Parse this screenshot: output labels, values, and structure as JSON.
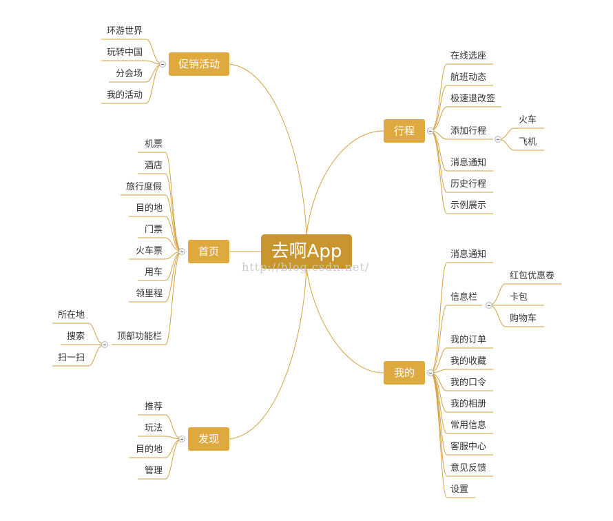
{
  "central": "去啊App",
  "watermark": "http://blog.csdn.net/",
  "colors": {
    "accent": "#deaa40",
    "central": "#c8952e",
    "line": "#d2a13e",
    "text": "#333333"
  },
  "branches": {
    "promo": {
      "label": "促销活动",
      "items": [
        "环游世界",
        "玩转中国",
        "分会场",
        "我的活动"
      ]
    },
    "home": {
      "label": "首页",
      "items": [
        "机票",
        "酒店",
        "旅行度假",
        "目的地",
        "门票",
        "火车票",
        "用车",
        "领里程"
      ]
    },
    "topbar": {
      "label": "顶部功能栏",
      "items": [
        "所在地",
        "搜索",
        "扫一扫"
      ]
    },
    "discover": {
      "label": "发现",
      "items": [
        "推荐",
        "玩法",
        "目的地",
        "管理"
      ]
    },
    "trip": {
      "label": "行程",
      "items": [
        "在线选座",
        "航班动态",
        "极速退改签",
        "添加行程",
        "消息通知",
        "历史行程",
        "示例展示"
      ]
    },
    "addtrip": {
      "items": [
        "火车",
        "飞机"
      ]
    },
    "mine": {
      "label": "我的",
      "items": [
        "消息通知",
        "信息栏",
        "我的订单",
        "我的收藏",
        "我的口令",
        "我的相册",
        "常用信息",
        "客服中心",
        "意见反馈",
        "设置"
      ]
    },
    "infobar": {
      "items": [
        "红包优惠卷",
        "卡包",
        "购物车"
      ]
    }
  }
}
